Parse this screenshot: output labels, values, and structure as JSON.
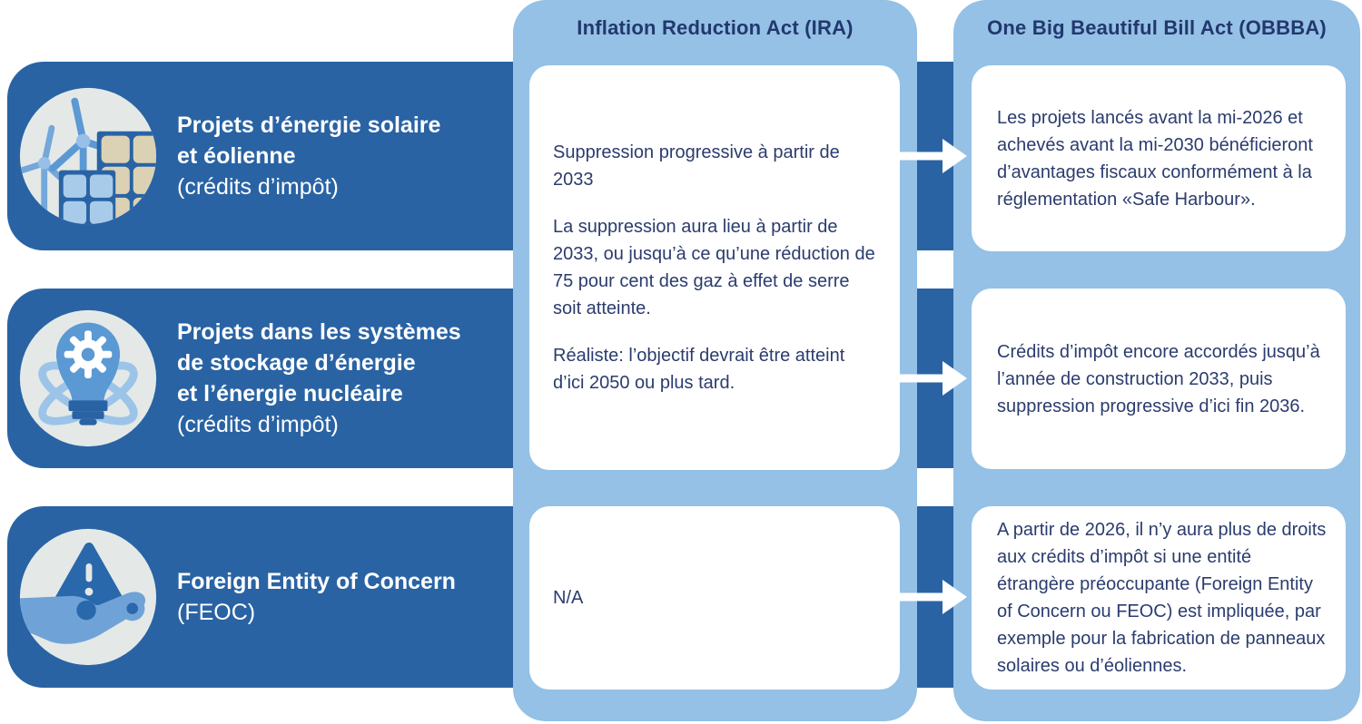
{
  "columns": {
    "ira": {
      "title": "Inflation Reduction Act (IRA)"
    },
    "obbba": {
      "title": "One Big Beautiful Bill Act (OBBBA)"
    }
  },
  "rows": [
    {
      "icon": "wind-solar-icon",
      "title": "Projets d’énergie solaire\net éolienne",
      "subtitle": "(crédits d’impôt)"
    },
    {
      "icon": "energy-storage-nuclear-icon",
      "title": "Projets dans les systèmes\nde stockage d’énergie\net l’énergie nucléaire",
      "subtitle": "(crédits d’impôt)"
    },
    {
      "icon": "feoc-warning-hand-icon",
      "title": "Foreign Entity of Concern",
      "subtitle": "(FEOC)"
    }
  ],
  "ira_cells": {
    "solar_storage": {
      "paragraphs": [
        "Suppression progressive à partir de 2033",
        "La suppression aura lieu à partir de 2033, ou jusqu’à ce qu’une réduction de 75 pour cent des gaz à effet de serre soit atteinte.",
        "Réaliste: l’objectif devrait être atteint d’ici 2050 ou plus tard."
      ]
    },
    "feoc": "N/A"
  },
  "obbba_cells": [
    "Les projets lancés avant la mi-2026 et achevés avant la mi-2030 bénéficieront d’avantages fiscaux conformément à la réglementation «Safe Harbour».",
    "Crédits d’impôt encore accordés jusqu’à l’année de construction 2033, puis suppression progressive d’ici fin 2036.",
    "A partir de 2026, il n’y aura plus de droits aux crédits d’impôt si une entité étrangère préoccupante (Foreign Entity of Concern ou FEOC) est impliquée, par exemple pour la fabrication de panneaux solaires ou d’éoliennes."
  ],
  "palette": {
    "band_blue": "#2963A4",
    "column_light_blue": "#94C1E5",
    "card_white": "#FFFFFF",
    "heading_navy": "#22386E",
    "body_navy": "#2B3C6E",
    "icon_circle_gray": "#E4E9E7",
    "icon_medium_blue": "#5B99D4",
    "icon_light_blue": "#9CC4E8",
    "solar_panel_tan": "#DBD2B5"
  }
}
